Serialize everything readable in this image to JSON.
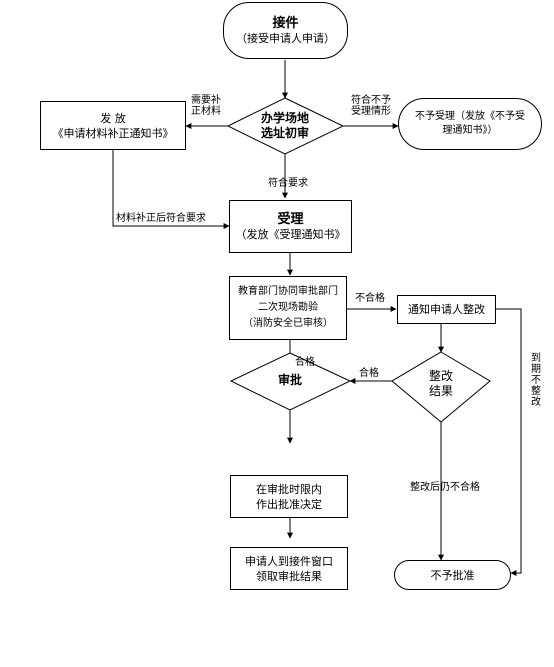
{
  "nodes": {
    "start": {
      "title": "接件",
      "sub": "（接受申请人申请）"
    },
    "supplement": {
      "line1": "发   放",
      "line2": "《申请材料补正通知书》"
    },
    "review": {
      "line1": "办学场地",
      "line2": "选址初审"
    },
    "reject1": {
      "line1": "不予受理（发放《不予受",
      "line2": "理通知书》）"
    },
    "accept": {
      "title": "受理",
      "sub": "（发放《受理通知书》"
    },
    "inspect": {
      "line1": "教育部门协同审批部门",
      "line2": "二次现场勘验",
      "line3": "（消防安全已审核）"
    },
    "notify": {
      "label": "通知申请人整改"
    },
    "approve": {
      "label": "审批"
    },
    "rectify": {
      "line1": "整改",
      "line2": "结果"
    },
    "decision": {
      "line1": "在审批时限内",
      "line2": "作出批准决定"
    },
    "collect": {
      "line1": "申请人到接件窗口",
      "line2": "领取审批结果"
    },
    "deny": {
      "label": "不予批准"
    }
  },
  "edges": {
    "need_supplement_1": "需要补",
    "need_supplement_2": "正材料",
    "not_meet_1": "符合不予",
    "not_meet_2": "受理情形",
    "meets": "符合要求",
    "after_supplement": "材料补正后符合要求",
    "fail": "不合格",
    "pass1": "合格",
    "pass2": "合格",
    "still_fail": "整改后仍不合格",
    "overdue": "到期不整改"
  }
}
